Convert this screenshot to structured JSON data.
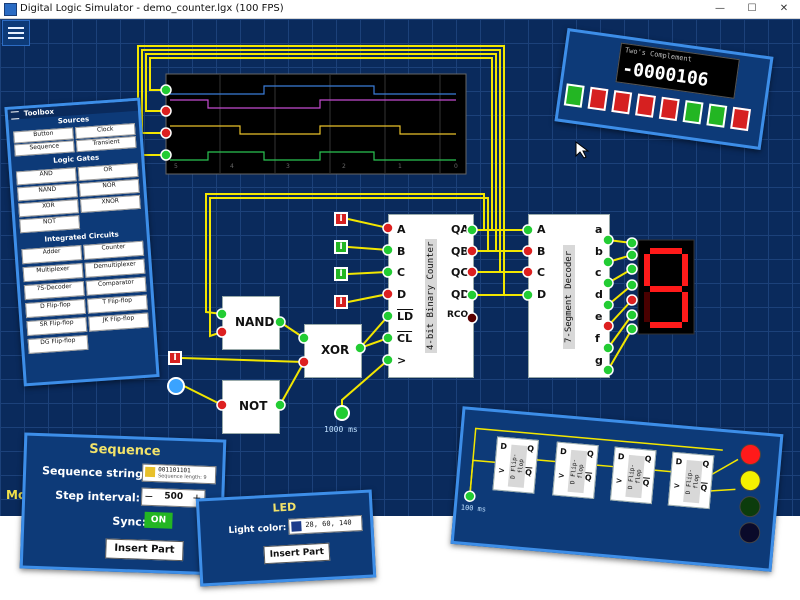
{
  "window": {
    "title": "Digital Logic Simulator - demo_counter.lgx (100 FPS)",
    "min_glyph": "—",
    "max_glyph": "☐",
    "close_glyph": "✕"
  },
  "canvas": {
    "mode_label": "Mod",
    "clock_interval_label": "1000 ms",
    "toggle_on_glyph": "I",
    "toggle_off_glyph": "I"
  },
  "gates": {
    "nand": "NAND",
    "xor": "XOR",
    "not": "NOT"
  },
  "counter": {
    "name": "4-bit Binary Counter",
    "inputs": [
      "A",
      "B",
      "C",
      "D",
      "LD",
      "CL",
      ">"
    ],
    "outputs": [
      "QA",
      "QB",
      "QC",
      "QD",
      "RCO"
    ]
  },
  "decoder": {
    "name": "7-Segment Decoder",
    "inputs": [
      "A",
      "B",
      "C",
      "D"
    ],
    "outputs": [
      "a",
      "b",
      "c",
      "d",
      "e",
      "f",
      "g"
    ]
  },
  "twos_complement": {
    "title": "Two's Complement",
    "value": "-0000106"
  },
  "toolbox": {
    "title": "Toolbox",
    "sections": [
      {
        "name": "Sources",
        "items": [
          "Button",
          "Clock",
          "Sequence",
          "Transient"
        ]
      },
      {
        "name": "Logic Gates",
        "items": [
          "AND",
          "OR",
          "NAND",
          "NOR",
          "XOR",
          "XNOR",
          "NOT"
        ]
      },
      {
        "name": "Integrated Circuits",
        "items": [
          "Adder",
          "Counter",
          "Multiplexer",
          "Demultiplexer",
          "7S-Decoder",
          "Comparator",
          "D Flip-flop",
          "T Flip-flop",
          "SR Flip-flop",
          "JK Flip-flop",
          "DG Flip-flop"
        ]
      }
    ]
  },
  "sequence_panel": {
    "title": "Sequence",
    "string_label": "Sequence string:",
    "string_value": "001101101",
    "string_hint": "Sequence length: 9",
    "interval_label": "Step interval:",
    "interval_value": "500",
    "minus": "−",
    "plus": "+",
    "sync_label": "Sync:",
    "sync_value": "ON",
    "insert_label": "Insert Part"
  },
  "led_panel": {
    "title": "LED",
    "color_label": "Light color:",
    "color_value": "28, 60, 140",
    "insert_label": "Insert Part"
  },
  "flipflop_panel": {
    "chip_name": "D Flip-flop",
    "clock_label": "100 ms",
    "pin_d": "D",
    "pin_clk": ">",
    "pin_q": "Q",
    "pin_qbar": "Q"
  },
  "colors": {
    "canvas": "#0a2a5c",
    "wire": "#f2e600",
    "pin_on": "#22cc33",
    "pin_off": "#dd2020",
    "panel_border": "#3d8ee8",
    "segment_on": "#ff1a1a"
  },
  "scope_ticks": [
    "5",
    "4",
    "3",
    "2",
    "1",
    "0"
  ]
}
